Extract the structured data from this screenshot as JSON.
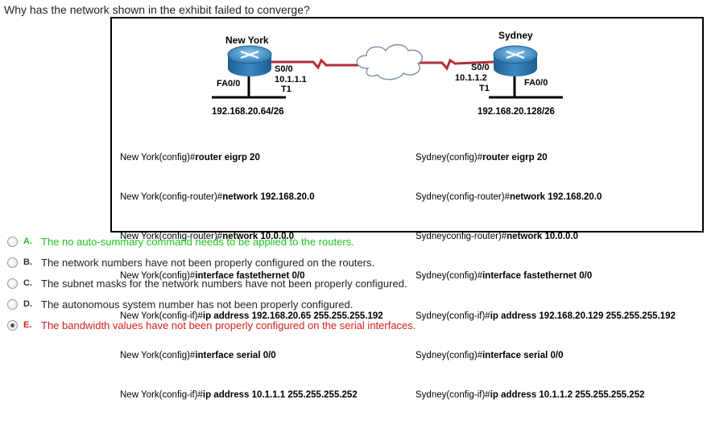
{
  "question": "Why has the network shown in the exhibit failed to converge?",
  "exhibit": {
    "routers": [
      {
        "name": "New York",
        "serial_if": "S0/0",
        "serial_ip": "10.1.1.1",
        "link": "T1",
        "fa_if": "FA0/0",
        "subnet": "192.168.20.64/26"
      },
      {
        "name": "Sydney",
        "serial_if": "S0/0",
        "serial_ip": "10.1.1.2",
        "link": "T1",
        "fa_if": "FA0/0",
        "subnet": "192.168.20.128/26"
      }
    ],
    "config_left": [
      {
        "prompt": "New York(config)#",
        "cmd": "router eigrp 20"
      },
      {
        "prompt": "New York(config-router)#",
        "cmd": "network 192.168.20.0"
      },
      {
        "prompt": "New York(config-router)#",
        "cmd": "network 10.0.0.0"
      },
      {
        "prompt": "New York(config)#",
        "cmd": "interface fastethernet 0/0"
      },
      {
        "prompt": "New York(config-if)#",
        "cmd": "ip address 192.168.20.65 255.255.255.192"
      },
      {
        "prompt": "New York(config)#",
        "cmd": "interface serial 0/0"
      },
      {
        "prompt": "New York(config-if)#",
        "cmd": "ip address 10.1.1.1 255.255.255.252"
      }
    ],
    "config_right": [
      {
        "prompt": "Sydney(config)#",
        "cmd": "router eigrp 20"
      },
      {
        "prompt": "Sydney(config-router)#",
        "cmd": "network 192.168.20.0"
      },
      {
        "prompt": "Sydneyconfig-router)#",
        "cmd": "network 10.0.0.0"
      },
      {
        "prompt": "Sydney(config)#",
        "cmd": "interface fastethernet 0/0"
      },
      {
        "prompt": "Sydney(config-if)#",
        "cmd": "ip address 192.168.20.129 255.255.255.192"
      },
      {
        "prompt": "Sydney(config)#",
        "cmd": "interface serial 0/0"
      },
      {
        "prompt": "Sydney(config-if)#",
        "cmd": "ip address 10.1.1.2 255.255.255.252"
      }
    ]
  },
  "options": [
    {
      "letter": "A.",
      "text": "The no auto-summary command needs to be applied to the routers.",
      "state": "correct",
      "selected": false
    },
    {
      "letter": "B.",
      "text": "The network numbers have not been properly configured on the routers.",
      "state": "normal",
      "selected": false
    },
    {
      "letter": "C.",
      "text": "The subnet masks for the network numbers have not been properly configured.",
      "state": "normal",
      "selected": false
    },
    {
      "letter": "D.",
      "text": "The autonomous system number has not been properly configured.",
      "state": "normal",
      "selected": false
    },
    {
      "letter": "E.",
      "text": "The bandwidth values have not been properly configured on the serial interfaces.",
      "state": "wrong",
      "selected": true
    }
  ],
  "colors": {
    "correct": "#1ec41e",
    "wrong": "#d42020",
    "link": "#b0303a",
    "router": "#3a7fb5"
  }
}
